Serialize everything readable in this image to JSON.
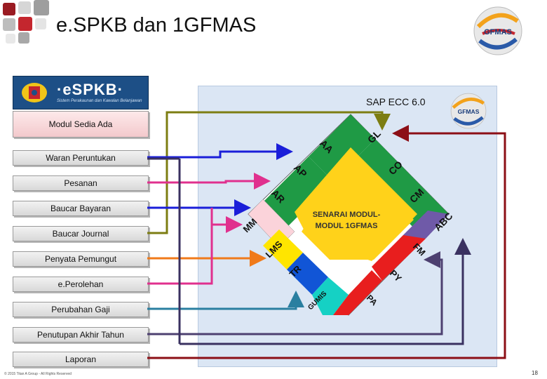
{
  "title": "e.SPKB dan 1GFMAS",
  "espkb": {
    "logo_text": "·eSPKB·",
    "subtitle": "Sistem Perakaunan dan Kawalan Belanjawan"
  },
  "gfmas_logo_text": "GFMAS",
  "sap_label": "SAP ECC 6.0",
  "modules": [
    {
      "label": "Modul Sedia Ada",
      "color": "#f6d4d6"
    },
    {
      "label": "Waran Peruntukan"
    },
    {
      "label": "Pesanan"
    },
    {
      "label": "Baucar Bayaran"
    },
    {
      "label": "Baucar Journal"
    },
    {
      "label": "Penyata Pemungut"
    },
    {
      "label": "e.Perolehan"
    },
    {
      "label": "Perubahan Gaji"
    },
    {
      "label": "Penutupan Akhir Tahun"
    },
    {
      "label": "Laporan"
    }
  ],
  "center": {
    "line1": "SENARAI MODUL-",
    "line2": "MODUL 1GFMAS",
    "color": "#ffd21a"
  },
  "segments": {
    "AA": {
      "label": "AA",
      "color": "#1f9a45"
    },
    "GL": {
      "label": "GL",
      "color": "#1f9a45"
    },
    "AP": {
      "label": "AP",
      "color": "#1f9a45"
    },
    "CO": {
      "label": "CO",
      "color": "#1f9a45"
    },
    "AR": {
      "label": "AR",
      "color": "#1f9a45"
    },
    "CM": {
      "label": "CM",
      "color": "#1f9a45"
    },
    "ABC": {
      "label": "ABC",
      "color": "#1f9a45"
    },
    "MM": {
      "label": "MM",
      "color": "#fbd3da"
    },
    "FM": {
      "label": "FM",
      "color": "#6f5aa8"
    },
    "LMS": {
      "label": "LMS",
      "color": "#ffe500"
    },
    "TR": {
      "label": "TR",
      "color": "#1155d6"
    },
    "PY": {
      "label": "PY",
      "color": "#e81e1e"
    },
    "GUMIS": {
      "label": "GUMIS",
      "color": "#15d1c4"
    },
    "PA": {
      "label": "PA",
      "color": "#e81e1e"
    }
  },
  "connector_colors": {
    "olive": "#7c7d12",
    "blue": "#1a1ed9",
    "magenta": "#e0308e",
    "navy": "#3a3160",
    "orange": "#f07a1a",
    "teal": "#2a7fa0",
    "darkred": "#8c0f16",
    "purple": "#4d4070"
  },
  "footer": "© 2015 Titan A Group - All Rights Reserved",
  "page_number": "18"
}
